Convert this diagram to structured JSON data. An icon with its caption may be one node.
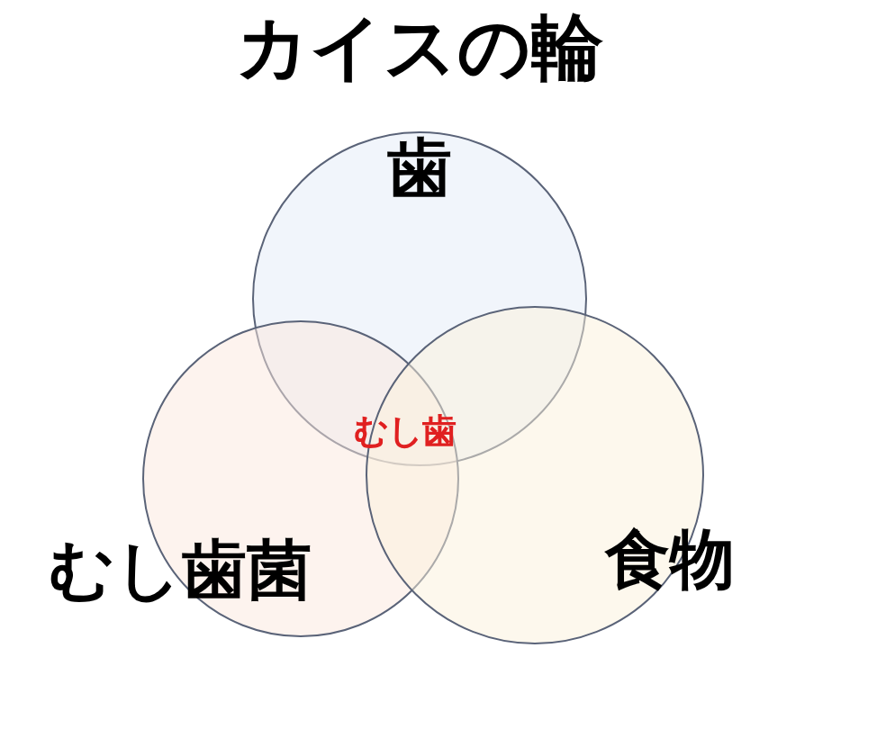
{
  "diagram": {
    "title": "カイスの輪",
    "nodes": [
      {
        "text": [
          "歯"
        ]
      },
      {
        "text": [
          "むし歯菌"
        ]
      },
      {
        "text": [
          "食物"
        ]
      }
    ],
    "labels": [
      "むし歯"
    ]
  }
}
